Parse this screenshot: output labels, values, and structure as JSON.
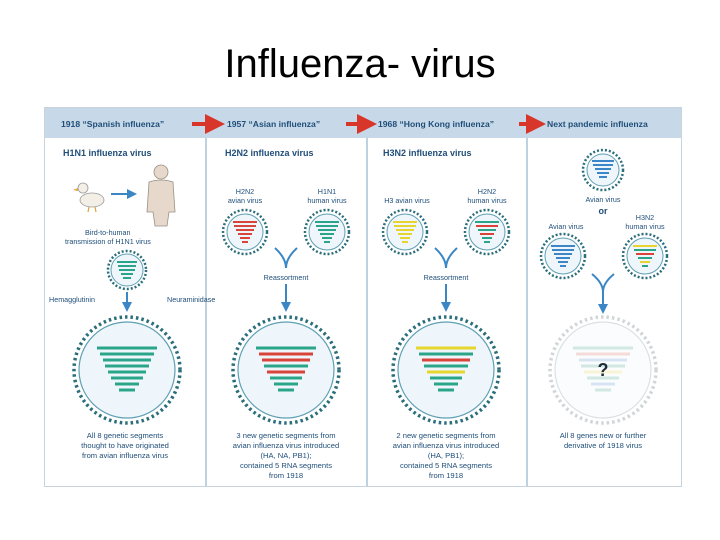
{
  "slide": {
    "title": "Influenza- virus"
  },
  "colors": {
    "header_band": "#c7d9e8",
    "arrow_red": "#d9362b",
    "arrow_blue": "#3b87c6",
    "text_blue": "#1f4e79",
    "seg_teal": "#2aa58a",
    "seg_red": "#d9443a",
    "seg_yellow": "#e6d52e",
    "seg_blue": "#3a86c8"
  },
  "header": {
    "col1": "1918 “Spanish influenza”",
    "col2": "1957 “Asian influenza”",
    "col3": "1968 “Hong Kong influenza”",
    "col4": "Next pandemic influenza"
  },
  "subtypes": {
    "col1": "H1N1 influenza virus",
    "col2": "H2N2 influenza virus",
    "col3": "H3N2 influenza virus"
  },
  "labels": {
    "bird_to_human_1": "Bird-to-human",
    "bird_to_human_2": "transmission of H1N1 virus",
    "hemagglutinin": "Hemagglutinin",
    "neuraminidase": "Neuraminidase",
    "c2_h2n2_a": "H2N2",
    "c2_h2n2_b": "avian virus",
    "c2_h1n1_a": "H1N1",
    "c2_h1n1_b": "human virus",
    "c2_reassortment": "Reassortment",
    "c3_h3": "H3 avian virus",
    "c3_h2n2_a": "H2N2",
    "c3_h2n2_b": "human virus",
    "c3_reassortment": "Reassortment",
    "c4_avian_top": "Avian virus",
    "c4_or": "or",
    "c4_avian_left": "Avian virus",
    "c4_h3n2_a": "H3N2",
    "c4_h3n2_b": "human virus",
    "c4_question": "?"
  },
  "captions": {
    "col1": [
      "All 8 genetic segments",
      "thought to have originated",
      "from avian influenza virus"
    ],
    "col2": [
      "3 new genetic segments from",
      "avian influenza virus introduced",
      "(HA, NA, PB1);",
      "contained 5 RNA segments",
      "from 1918"
    ],
    "col3": [
      "2 new genetic segments from",
      "avian influenza virus introduced",
      "(HA, PB1);",
      "contained 5 RNA segments",
      "from 1918"
    ],
    "col4": [
      "All 8 genes new or further",
      "derivative of 1918 virus"
    ]
  }
}
